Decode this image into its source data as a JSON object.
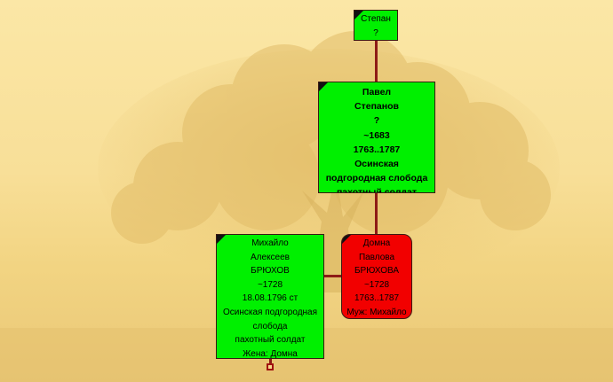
{
  "colors": {
    "male": "#00f000",
    "female": "#f20000",
    "line": "#8e1b16"
  },
  "icons": {
    "corner": "corner-mark-icon",
    "collapse": "expand-marker-icon"
  },
  "people": {
    "stepan": {
      "lines": [
        "Степан",
        "?"
      ]
    },
    "pavel": {
      "lines": [
        "Павел",
        "Степанов",
        "?",
        "~1683",
        "1763..1787",
        "Осинская",
        "подгородная слобода",
        "пахотный солдат"
      ]
    },
    "mikhailo": {
      "lines": [
        "Михайло",
        "Алексеев",
        "БРЮХОВ",
        "~1728",
        "18.08.1796 ст",
        "Осинская подгородная",
        "слобода",
        "пахотный солдат",
        "Жена: Домна"
      ]
    },
    "domna": {
      "lines": [
        "Домна",
        "Павлова",
        "БРЮХОВА",
        "~1728",
        "1763..1787",
        "Муж: Михайло"
      ]
    }
  }
}
